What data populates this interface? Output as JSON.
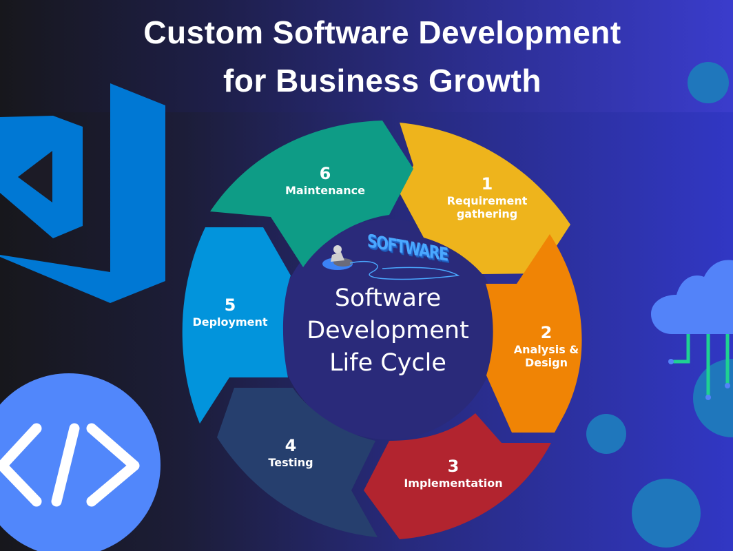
{
  "header": {
    "title_line1": "Custom Software Development",
    "title_line2": "for Business Growth"
  },
  "diagram": {
    "center_title": {
      "line1": "Software",
      "line2": "Development",
      "line3": "Life Cycle"
    },
    "center_graphic_text": "SOFTWARE",
    "steps": [
      {
        "number": "1",
        "label_line1": "Requirement",
        "label_line2": "gathering",
        "color": "#eeb41c"
      },
      {
        "number": "2",
        "label_line1": "Analysis &",
        "label_line2": "Design",
        "color": "#f08405"
      },
      {
        "number": "3",
        "label_line1": "Implementation",
        "label_line2": "",
        "color": "#b2242f"
      },
      {
        "number": "4",
        "label_line1": "Testing",
        "label_line2": "",
        "color": "#263f6e"
      },
      {
        "number": "5",
        "label_line1": "Deployment",
        "label_line2": "",
        "color": "#0294dc"
      },
      {
        "number": "6",
        "label_line1": "Maintenance",
        "label_line2": "",
        "color": "#0e9c86"
      }
    ]
  },
  "decorations": {
    "left_logo": "visual-studio-logo-icon",
    "code_badge": "code-brackets-icon",
    "cloud": "cloud-circuit-icon",
    "colors": {
      "logo_blue": "#0078d4",
      "code_badge_blue": "#5187fb",
      "cloud_blue": "#5383f9",
      "circuit_green": "#1fd192",
      "bubble_blue": "#1f77bc"
    }
  }
}
